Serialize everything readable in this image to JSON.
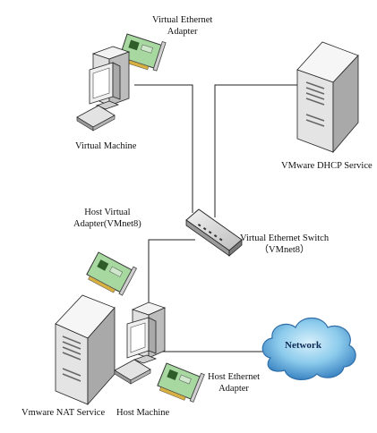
{
  "labels": {
    "virtual_adapter_line1": "Virtual Ethernet",
    "virtual_adapter_line2": "Adapter",
    "virtual_machine": "Virtual Machine",
    "dhcp_service": "VMware DHCP Service",
    "host_virtual_adapter_line1": "Host Virtual",
    "host_virtual_adapter_line2": "Adapter(VMnet8)",
    "switch_line1": "Virtual Ethernet Switch",
    "switch_line2": "（VMnet8）",
    "network": "Network",
    "nat_service": "Vmware NAT Service",
    "host_machine": "Host Machine",
    "host_adapter_line1": "Host Ethernet",
    "host_adapter_line2": "Adapter"
  },
  "colors": {
    "line": "#222222",
    "server_front": "#e6e6e6",
    "server_side": "#b8b8b8",
    "server_top": "#f4f4f4",
    "nic_board": "#9fd39a",
    "cloud_fill": "#7fc4ea",
    "cloud_dark": "#2f78b8"
  }
}
